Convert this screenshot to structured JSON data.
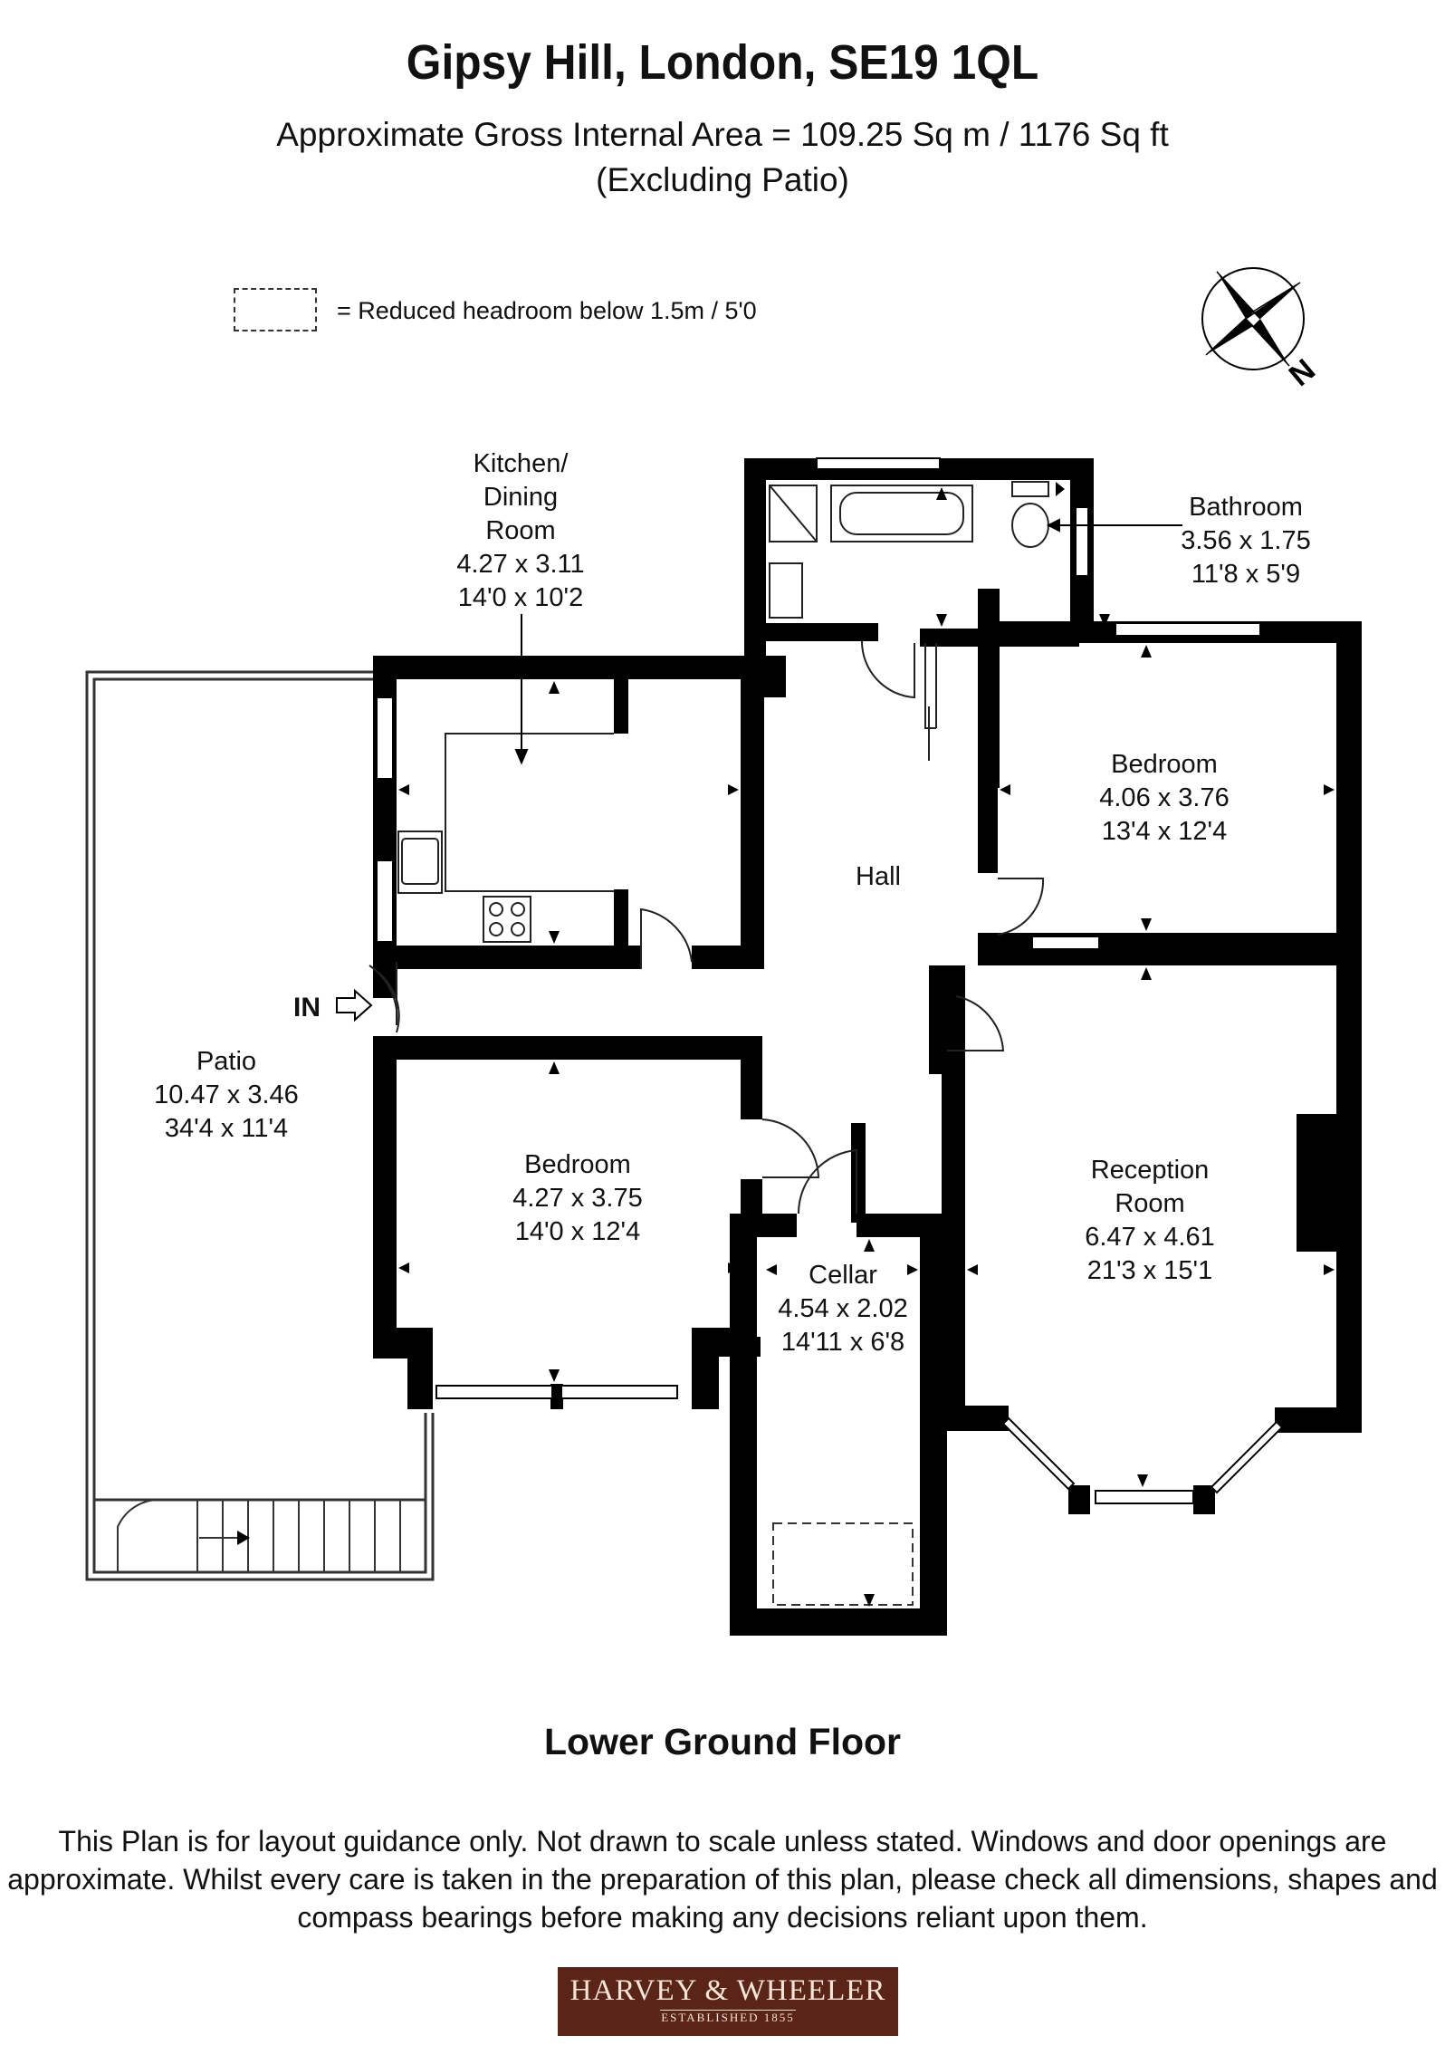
{
  "header": {
    "title": "Gipsy Hill, London, SE19 1QL",
    "area": "Approximate Gross Internal Area = 109.25 Sq m / 1176 Sq ft",
    "area_note": "(Excluding Patio)"
  },
  "legend": {
    "text": "= Reduced headroom below 1.5m / 5'0"
  },
  "compass": {
    "label": "N"
  },
  "entrance": {
    "label": "IN"
  },
  "rooms": {
    "kitchen": {
      "name_1": "Kitchen/",
      "name_2": "Dining",
      "name_3": "Room",
      "metric": "4.27 x 3.11",
      "imperial": "14'0 x 10'2"
    },
    "bathroom": {
      "name": "Bathroom",
      "metric": "3.56 x 1.75",
      "imperial": "11'8 x 5'9"
    },
    "bedroom_right": {
      "name": "Bedroom",
      "metric": "4.06 x 3.76",
      "imperial": "13'4 x 12'4"
    },
    "hall": {
      "name": "Hall"
    },
    "patio": {
      "name": "Patio",
      "metric": "10.47 x 3.46",
      "imperial": "34'4 x 11'4"
    },
    "bedroom_left": {
      "name": "Bedroom",
      "metric": "4.27 x 3.75",
      "imperial": "14'0 x 12'4"
    },
    "cellar": {
      "name": "Cellar",
      "metric": "4.54 x 2.02",
      "imperial": "14'11 x 6'8"
    },
    "reception": {
      "name_1": "Reception",
      "name_2": "Room",
      "metric": "6.47 x 4.61",
      "imperial": "21'3 x 15'1"
    }
  },
  "floor_name": "Lower Ground Floor",
  "disclaimer": "This Plan is for layout guidance only. Not drawn to scale unless stated. Windows and door openings are approximate. Whilst every care is taken in the preparation of this plan, please check all dimensions, shapes and compass bearings before making any decisions reliant upon them.",
  "logo": {
    "name": "HARVEY & WHEELER",
    "established": "ESTABLISHED 1855"
  },
  "colors": {
    "wall": "#000000",
    "logo_bg": "#5a2418",
    "logo_text": "#f4e6d6"
  }
}
